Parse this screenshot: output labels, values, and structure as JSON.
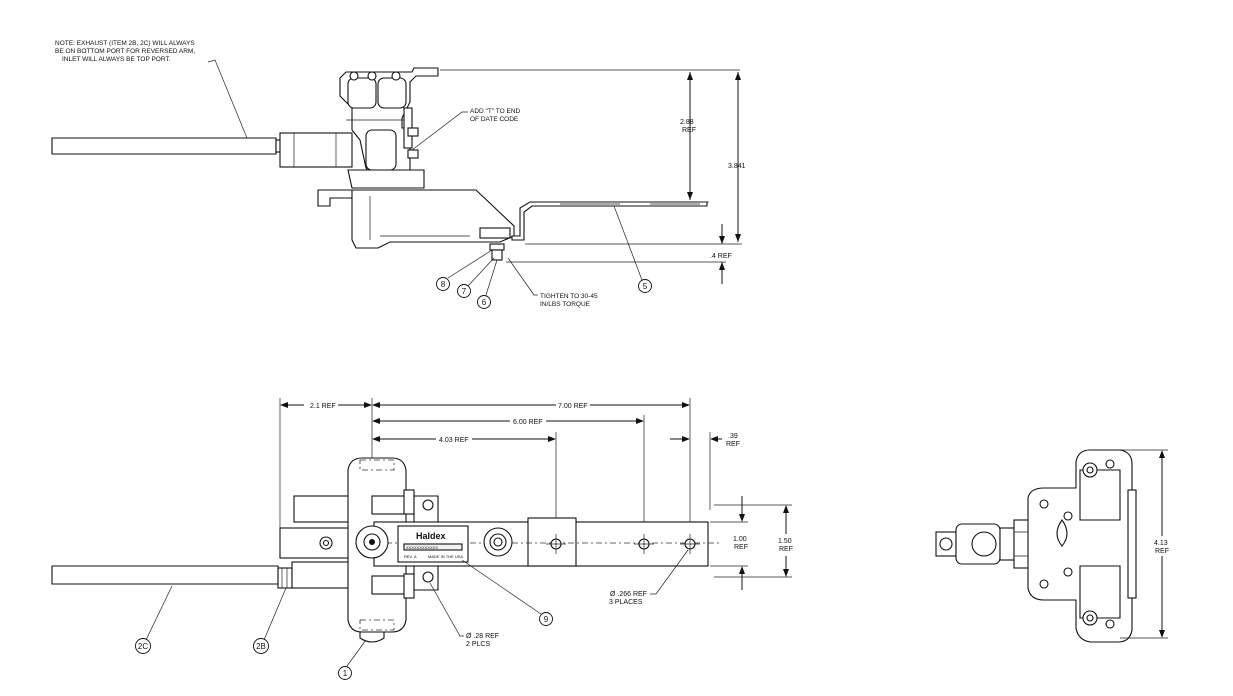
{
  "notes": {
    "exhaust_note": [
      "NOTE: EXHAUST (ITEM 2B, 2C) WILL ALWAYS",
      "BE ON BOTTOM PORT FOR REVERSED ARM,",
      "INLET WILL ALWAYS BE TOP PORT."
    ],
    "date_code_note": [
      "ADD \"T\" TO END",
      "OF DATE CODE"
    ],
    "torque_note": [
      "TIGHTEN TO 30-45",
      "IN/LBS TORQUE"
    ]
  },
  "dimensions": {
    "side_288": [
      "2.88",
      "REF"
    ],
    "side_3841": "3.841",
    "side_04": ".4 REF",
    "top_21": "2.1 REF",
    "top_700": "7.00 REF",
    "top_600": "6.00 REF",
    "top_403": "4.03 REF",
    "top_39": [
      ".39",
      "REF"
    ],
    "top_100": [
      "1.00",
      "REF"
    ],
    "top_150": [
      "1.50",
      "REF"
    ],
    "hole_266": [
      "Ø .266 REF",
      "3 PLACES"
    ],
    "hole_28": [
      "Ø .28 REF",
      "2 PLCS"
    ],
    "end_413": [
      "4.13",
      "REF"
    ]
  },
  "balloons": {
    "b8": "8",
    "b7": "7",
    "b6": "6",
    "b5": "5",
    "b9": "9",
    "b2c": "2C",
    "b2b": "2B",
    "b1": "1"
  },
  "label_plate": {
    "brand": "Haldex",
    "serial": "XXXXXXXXXXXX",
    "rev": "REV. A",
    "made_in": "MADE IN THE USA"
  }
}
